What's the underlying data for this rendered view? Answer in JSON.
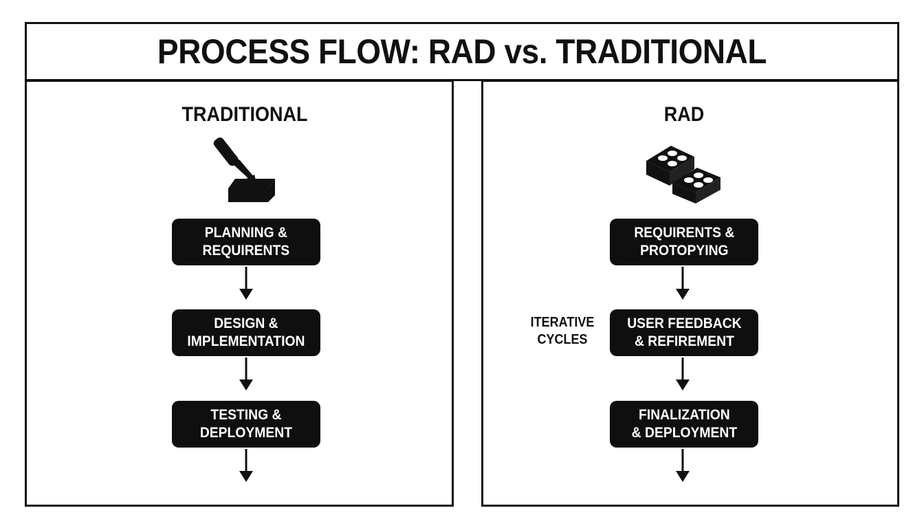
{
  "title": "PROCESS FLOW: RAD vs. TRADITIONAL",
  "traditional": {
    "heading": "TRADITIONAL",
    "icon": "chisel-block-icon",
    "steps": [
      "PLANNING &\nREQUIRENTS",
      "DESIGN &\nIMPLEMENTATION",
      "TESTING &\nDEPLOYMENT"
    ]
  },
  "rad": {
    "heading": "RAD",
    "icon": "building-blocks-icon",
    "side_label": "ITERATIVE\nCYCLES",
    "steps": [
      "REQUIRENTS &\nPROTOPYING",
      "USER FEEDBACK\n& REFIREMENT",
      "FINALIZATION\n& DEPLOYMENT"
    ]
  },
  "colors": {
    "ink": "#111111",
    "box": "#0f0f0f",
    "text_on_box": "#ffffff",
    "background": "#ffffff"
  }
}
